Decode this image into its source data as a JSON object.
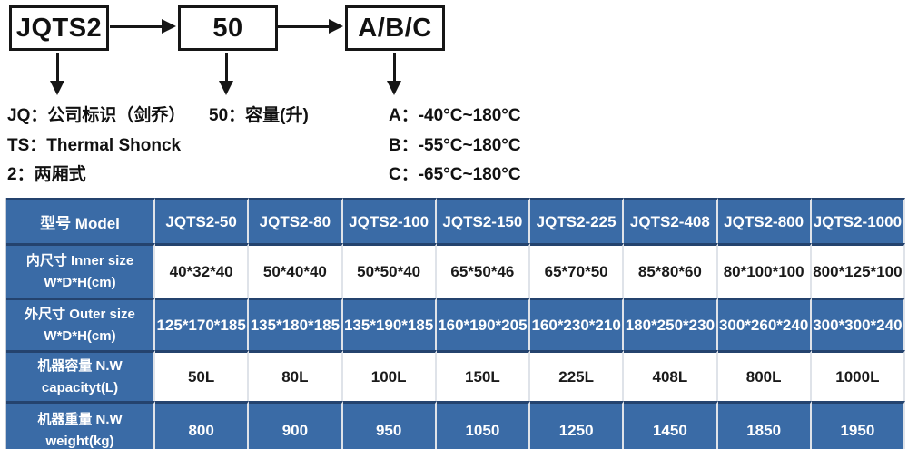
{
  "colors": {
    "accent_blue": "#3a6ba6",
    "border_navy": "#24436e",
    "arrow_black": "#161616"
  },
  "diagram": {
    "boxes": [
      {
        "label": "JQTS2"
      },
      {
        "label": "50"
      },
      {
        "label": "A/B/C"
      }
    ],
    "notes": {
      "jq": "JQ：公司标识（剑乔）",
      "capacity": "50：容量(升)",
      "ts": "TS：Thermal Shonck",
      "two_zone": "2：两厢式",
      "temp_a": "A：-40°C~180°C",
      "temp_b": "B：-55°C~180°C",
      "temp_c": "C：-65°C~180°C"
    }
  },
  "table": {
    "header": {
      "label": "型号 Model",
      "models": [
        "JQTS2-50",
        "JQTS2-80",
        "JQTS2-100",
        "JQTS2-150",
        "JQTS2-225",
        "JQTS2-408",
        "JQTS2-800",
        "JQTS2-1000"
      ]
    },
    "rows": [
      {
        "zh": "内尺寸 Inner size",
        "en": "W*D*H(cm)",
        "values": [
          "40*32*40",
          "50*40*40",
          "50*50*40",
          "65*50*46",
          "65*70*50",
          "85*80*60",
          "80*100*100",
          "800*125*100"
        ]
      },
      {
        "zh": "外尺寸 Outer size",
        "en": "W*D*H(cm)",
        "values": [
          "125*170*185",
          "135*180*185",
          "135*190*185",
          "160*190*205",
          "160*230*210",
          "180*250*230",
          "300*260*240",
          "300*300*240"
        ]
      },
      {
        "zh": "机器容量 N.W",
        "en": "capacityt(L)",
        "values": [
          "50L",
          "80L",
          "100L",
          "150L",
          "225L",
          "408L",
          "800L",
          "1000L"
        ]
      },
      {
        "zh": "机器重量 N.W",
        "en": "weight(kg)",
        "values": [
          "800",
          "900",
          "950",
          "1050",
          "1250",
          "1450",
          "1850",
          "1950"
        ]
      }
    ]
  }
}
